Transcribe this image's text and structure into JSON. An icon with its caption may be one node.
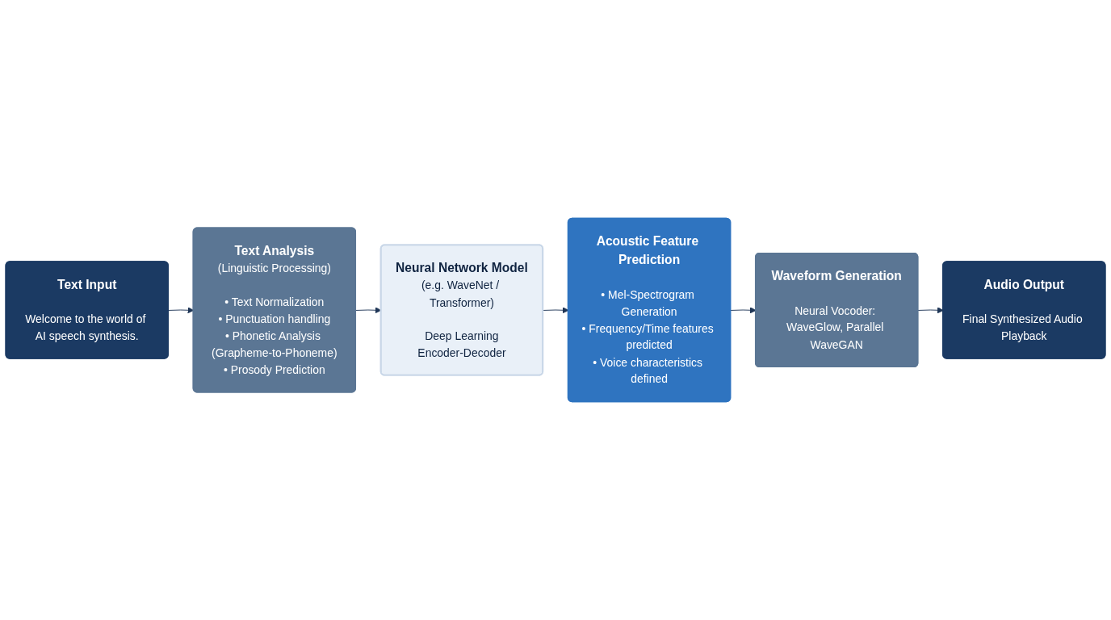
{
  "diagram": {
    "nodes": [
      {
        "text": [
          "Text Input",
          "Welcome to the world of AI speech synthesis."
        ]
      },
      {
        "text": [
          "Text Analysis",
          "(Linguistic Processing)",
          "• Text Normalization",
          "• Punctuation handling",
          "• Phonetic Analysis (Grapheme-to-Phoneme)",
          "• Prosody Prediction"
        ]
      },
      {
        "text": [
          "Neural Network Model",
          "(e.g. WaveNet / Transformer)",
          "Deep Learning",
          "Encoder-Decoder"
        ]
      },
      {
        "text": [
          "Acoustic Feature Prediction",
          "• Mel-Spectrogram Generation",
          "• Frequency/Time features predicted",
          "• Voice characteristics defined"
        ]
      },
      {
        "text": [
          "Waveform Generation",
          "Neural Vocoder: WaveGlow, Parallel WaveGAN"
        ]
      },
      {
        "text": [
          "Audio Output",
          "Final Synthesized Audio Playback"
        ]
      }
    ],
    "edges": [
      {
        "from": 0,
        "to": 1,
        "arrow": "to"
      },
      {
        "from": 1,
        "to": 2,
        "arrow": "to"
      },
      {
        "from": 2,
        "to": 3,
        "arrow": "to"
      },
      {
        "from": 3,
        "to": 4,
        "arrow": "to"
      },
      {
        "from": 4,
        "to": 5,
        "arrow": "to"
      }
    ]
  }
}
